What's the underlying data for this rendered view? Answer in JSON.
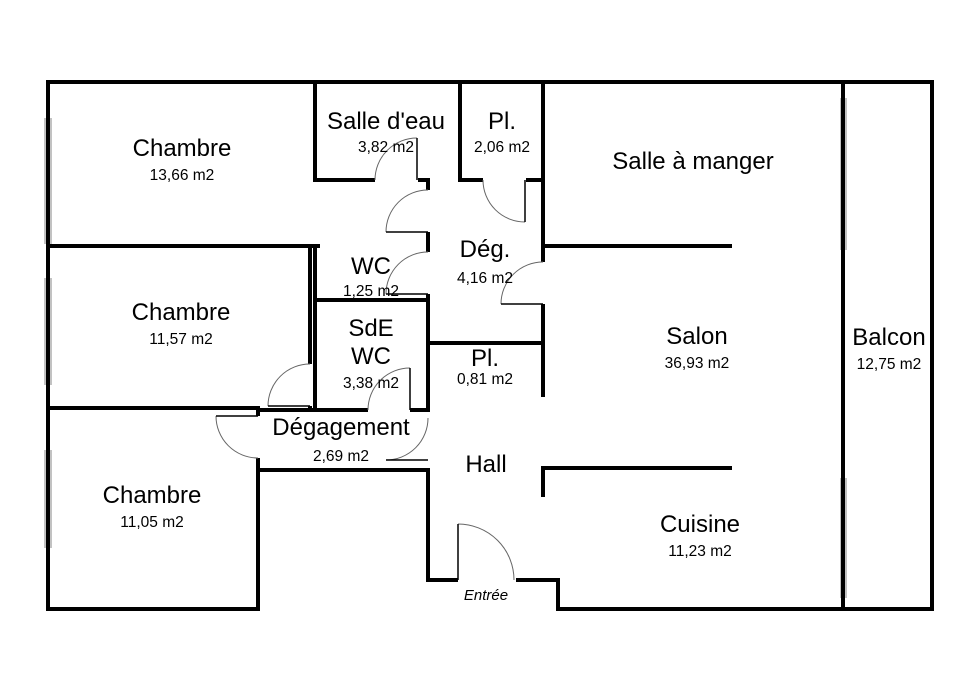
{
  "rooms": {
    "chambre_1": {
      "name": "Chambre",
      "area": "13,66 m2"
    },
    "chambre_2": {
      "name": "Chambre",
      "area": "11,57 m2"
    },
    "chambre_3": {
      "name": "Chambre",
      "area": "11,05 m2"
    },
    "salle_eau": {
      "name": "Salle d'eau",
      "area": "3,82 m2"
    },
    "placard_1": {
      "name": "Pl.",
      "area": "2,06 m2"
    },
    "wc": {
      "name": "WC",
      "area": "1,25 m2"
    },
    "degagement_small": {
      "name": "Dég.",
      "area": "4,16 m2"
    },
    "sde_wc": {
      "name_line1": "SdE",
      "name_line2": "WC",
      "area": "3,38 m2"
    },
    "placard_2": {
      "name": "Pl.",
      "area": "0,81 m2"
    },
    "degagement": {
      "name": "Dégagement",
      "area": "2,69 m2"
    },
    "hall": {
      "name": "Hall"
    },
    "salle_a_manger": {
      "name": "Salle à manger"
    },
    "salon": {
      "name": "Salon",
      "area": "36,93 m2"
    },
    "cuisine": {
      "name": "Cuisine",
      "area": "11,23 m2"
    },
    "balcon": {
      "name": "Balcon",
      "area": "12,75 m2"
    }
  },
  "entrance": {
    "label": "Entrée"
  }
}
